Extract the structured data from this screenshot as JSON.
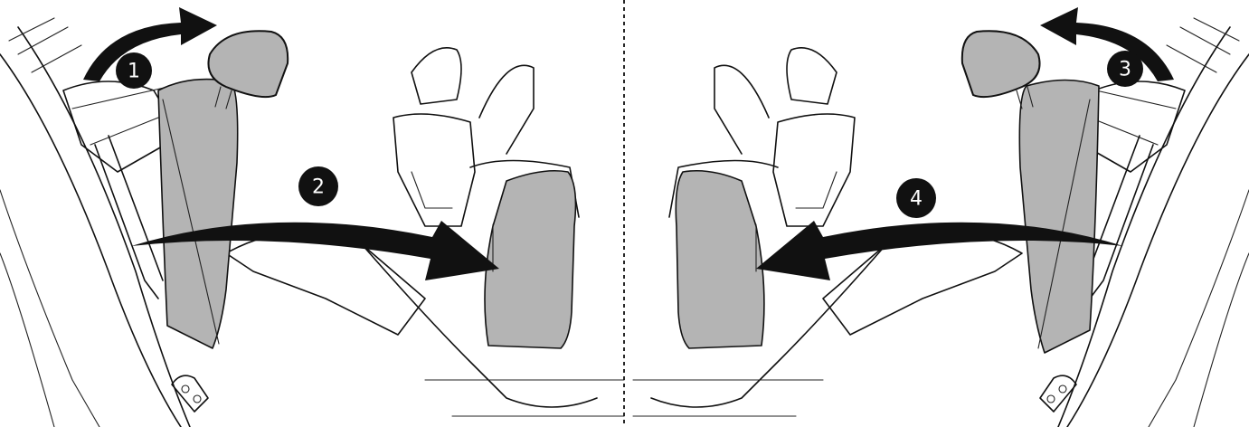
{
  "steps": [
    {
      "label": "1"
    },
    {
      "label": "2"
    },
    {
      "label": "3"
    },
    {
      "label": "4"
    }
  ],
  "colors": {
    "seat_fill": "#b4b4b4",
    "ink": "#111111",
    "background": "#ffffff"
  },
  "icons": [
    "headrest",
    "seat-back-cover",
    "curved-arrow",
    "seatbelt-buckle",
    "step-badge"
  ]
}
